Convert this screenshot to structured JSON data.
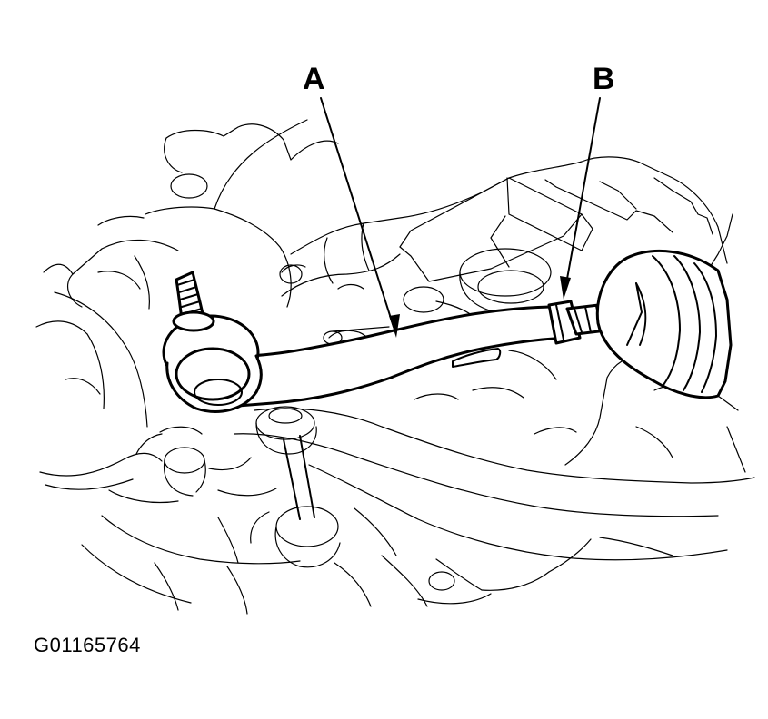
{
  "callouts": {
    "a": "A",
    "b": "B"
  },
  "figure_code": "G01165764",
  "colors": {
    "line": "#000000",
    "background": "#ffffff"
  }
}
